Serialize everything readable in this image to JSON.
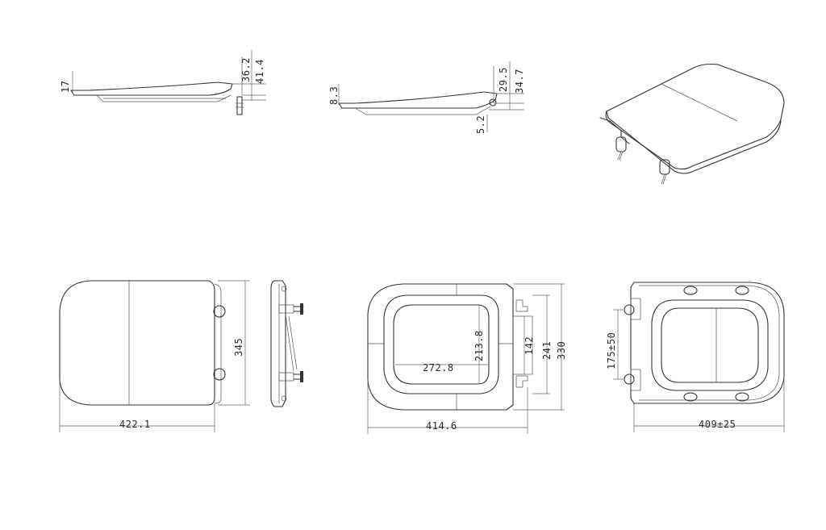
{
  "colors": {
    "line": "#333333",
    "dimension": "#666666",
    "background": "#ffffff"
  },
  "views": {
    "side_view_1": {
      "label_left": "17",
      "label_a": "36.2",
      "label_b": "41.4"
    },
    "side_view_2": {
      "label_left": "8.3",
      "label_a": "29.5",
      "label_b": "34.7",
      "label_bottom": "5.2"
    },
    "top_view": {
      "width": "422.1",
      "height": "345"
    },
    "underside_view": {
      "width": "414.6",
      "inner_width": "272.8",
      "inner_height": "213.8",
      "hinge_span": "142",
      "span_b": "241",
      "span_c": "330"
    },
    "hinge_view": {
      "width": "409±25",
      "hinge_adjust": "175±50"
    }
  }
}
